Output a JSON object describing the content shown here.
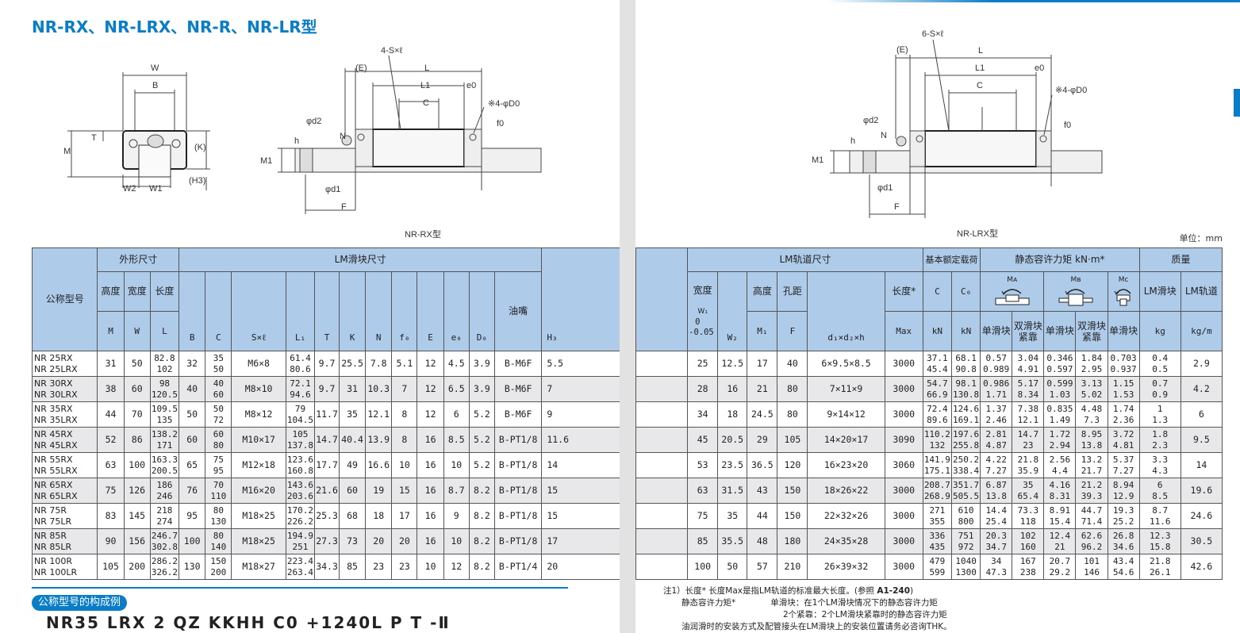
{
  "title": "NR-RX、NR-LRX、NR-R、NR-LR型",
  "drawings": {
    "front_labels": [
      "W",
      "B",
      "T",
      "M",
      "(K)",
      "(H3)",
      "W2",
      "W1"
    ],
    "side_rx": {
      "caption": "NR-RX型",
      "labels": [
        "4-S×ℓ",
        "(E)",
        "L",
        "L1",
        "e0",
        "C",
        "※4-φD0",
        "φd2",
        "N",
        "f0",
        "h",
        "M1",
        "φd1",
        "F"
      ]
    },
    "side_lrx": {
      "caption": "NR-LRX型",
      "labels": [
        "6-S×ℓ",
        "(E)",
        "L",
        "L1",
        "e0",
        "C",
        "※4-φD0",
        "φd2",
        "N",
        "f0",
        "h",
        "M1",
        "φd1",
        "F"
      ]
    }
  },
  "unit": "单位：mm",
  "left_table": {
    "headers": {
      "model": "公称型号",
      "outer": "外形尺寸",
      "block": "LM滑块尺寸",
      "height": "高度",
      "width": "宽度",
      "length": "长度",
      "grease": "油嘴",
      "sym": [
        "M",
        "W",
        "L",
        "B",
        "C",
        "S×ℓ",
        "L₁",
        "T",
        "K",
        "N",
        "f₀",
        "E",
        "e₀",
        "D₀",
        "H₃"
      ]
    },
    "rows": [
      {
        "model": [
          "NR 25RX",
          "NR 25LRX"
        ],
        "M": "31",
        "W": "50",
        "L": [
          "82.8",
          "102"
        ],
        "B": "32",
        "C": [
          "35",
          "50"
        ],
        "S": "M6×8",
        "L1": [
          "61.4",
          "80.6"
        ],
        "T": "9.7",
        "K": "25.5",
        "N": "7.8",
        "f0": "5.1",
        "E": "12",
        "e0": "4.5",
        "D0": "3.9",
        "grease": "B-M6F",
        "H3": "5.5"
      },
      {
        "model": [
          "NR 30RX",
          "NR 30LRX"
        ],
        "M": "38",
        "W": "60",
        "L": [
          "98",
          "120.5"
        ],
        "B": "40",
        "C": [
          "40",
          "60"
        ],
        "S": "M8×10",
        "L1": [
          "72.1",
          "94.6"
        ],
        "T": "9.7",
        "K": "31",
        "N": "10.3",
        "f0": "7",
        "E": "12",
        "e0": "6.5",
        "D0": "3.9",
        "grease": "B-M6F",
        "H3": "7"
      },
      {
        "model": [
          "NR 35RX",
          "NR 35LRX"
        ],
        "M": "44",
        "W": "70",
        "L": [
          "109.5",
          "135"
        ],
        "B": "50",
        "C": [
          "50",
          "72"
        ],
        "S": "M8×12",
        "L1": [
          "79",
          "104.5"
        ],
        "T": "11.7",
        "K": "35",
        "N": "12.1",
        "f0": "8",
        "E": "12",
        "e0": "6",
        "D0": "5.2",
        "grease": "B-M6F",
        "H3": "9"
      },
      {
        "model": [
          "NR 45RX",
          "NR 45LRX"
        ],
        "M": "52",
        "W": "86",
        "L": [
          "138.2",
          "171"
        ],
        "B": "60",
        "C": [
          "60",
          "80"
        ],
        "S": "M10×17",
        "L1": [
          "105",
          "137.8"
        ],
        "T": "14.7",
        "K": "40.4",
        "N": "13.9",
        "f0": "8",
        "E": "16",
        "e0": "8.5",
        "D0": "5.2",
        "grease": "B-PT1/8",
        "H3": "11.6"
      },
      {
        "model": [
          "NR 55RX",
          "NR 55LRX"
        ],
        "M": "63",
        "W": "100",
        "L": [
          "163.3",
          "200.5"
        ],
        "B": "65",
        "C": [
          "75",
          "95"
        ],
        "S": "M12×18",
        "L1": [
          "123.6",
          "160.8"
        ],
        "T": "17.7",
        "K": "49",
        "N": "16.6",
        "f0": "10",
        "E": "16",
        "e0": "10",
        "D0": "5.2",
        "grease": "B-PT1/8",
        "H3": "14"
      },
      {
        "model": [
          "NR 65RX",
          "NR 65LRX"
        ],
        "M": "75",
        "W": "126",
        "L": [
          "186",
          "246"
        ],
        "B": "76",
        "C": [
          "70",
          "110"
        ],
        "S": "M16×20",
        "L1": [
          "143.6",
          "203.6"
        ],
        "T": "21.6",
        "K": "60",
        "N": "19",
        "f0": "15",
        "E": "16",
        "e0": "8.7",
        "D0": "8.2",
        "grease": "B-PT1/8",
        "H3": "15"
      },
      {
        "model": [
          "NR 75R",
          "NR 75LR"
        ],
        "M": "83",
        "W": "145",
        "L": [
          "218",
          "274"
        ],
        "B": "95",
        "C": [
          "80",
          "130"
        ],
        "S": "M18×25",
        "L1": [
          "170.2",
          "226.2"
        ],
        "T": "25.3",
        "K": "68",
        "N": "18",
        "f0": "17",
        "E": "16",
        "e0": "9",
        "D0": "8.2",
        "grease": "B-PT1/8",
        "H3": "15"
      },
      {
        "model": [
          "NR 85R",
          "NR 85LR"
        ],
        "M": "90",
        "W": "156",
        "L": [
          "246.7",
          "302.8"
        ],
        "B": "100",
        "C": [
          "80",
          "140"
        ],
        "S": "M18×25",
        "L1": [
          "194.9",
          "251"
        ],
        "T": "27.3",
        "K": "73",
        "N": "20",
        "f0": "20",
        "E": "16",
        "e0": "10",
        "D0": "8.2",
        "grease": "B-PT1/8",
        "H3": "17"
      },
      {
        "model": [
          "NR 100R",
          "NR 100LR"
        ],
        "M": "105",
        "W": "200",
        "L": [
          "286.2",
          "326.2"
        ],
        "B": "130",
        "C": [
          "150",
          "200"
        ],
        "S": "M18×27",
        "L1": [
          "223.4",
          "263.4"
        ],
        "T": "34.3",
        "K": "85",
        "N": "23",
        "f0": "23",
        "E": "10",
        "e0": "12",
        "D0": "8.2",
        "grease": "B-PT1/4",
        "H3": "20"
      }
    ]
  },
  "right_table": {
    "headers": {
      "rail": "LM轨道尺寸",
      "load": "基本额定载荷",
      "moment": "静态容许力矩 kN·m*",
      "mass": "质量",
      "width": "宽度",
      "w1_sym": "W₁",
      "w1_tol_top": "0",
      "w1_tol_bot": "-0.05",
      "height": "高度",
      "pitch": "孔距",
      "length": "长度*",
      "sym": [
        "W₂",
        "M₁",
        "F",
        "d₁×d₂×h",
        "Max",
        "C",
        "C₀",
        "kN",
        "kN"
      ],
      "ma": "Mᴀ",
      "mb": "Mʙ",
      "mc": "Mᴄ",
      "single": "单滑块",
      "double": [
        "双滑块",
        "紧靠"
      ],
      "block_mass": "LM滑块",
      "rail_mass": "LM轨道",
      "kg": "kg",
      "kgm": "kg/m"
    },
    "rows": [
      {
        "W1": "25",
        "W2": "12.5",
        "M1": "17",
        "F": "40",
        "dims": "6×9.5×8.5",
        "max": "3000",
        "C": [
          "37.1",
          "45.4"
        ],
        "C0": [
          "68.1",
          "90.8"
        ],
        "MA1": [
          "0.57",
          "0.989"
        ],
        "MA2": [
          "3.04",
          "4.91"
        ],
        "MB1": [
          "0.346",
          "0.597"
        ],
        "MB2": [
          "1.84",
          "2.95"
        ],
        "MC1": [
          "0.703",
          "0.937"
        ],
        "block_kg": [
          "0.4",
          "0.5"
        ],
        "rail_kgm": "2.9"
      },
      {
        "W1": "28",
        "W2": "16",
        "M1": "21",
        "F": "80",
        "dims": "7×11×9",
        "max": "3000",
        "C": [
          "54.7",
          "66.9"
        ],
        "C0": [
          "98.1",
          "130.8"
        ],
        "MA1": [
          "0.986",
          "1.71"
        ],
        "MA2": [
          "5.17",
          "8.34"
        ],
        "MB1": [
          "0.599",
          "1.03"
        ],
        "MB2": [
          "3.13",
          "5.02"
        ],
        "MC1": [
          "1.15",
          "1.53"
        ],
        "block_kg": [
          "0.7",
          "0.9"
        ],
        "rail_kgm": "4.2"
      },
      {
        "W1": "34",
        "W2": "18",
        "M1": "24.5",
        "F": "80",
        "dims": "9×14×12",
        "max": "3000",
        "C": [
          "72.4",
          "89.6"
        ],
        "C0": [
          "124.6",
          "169.1"
        ],
        "MA1": [
          "1.37",
          "2.46"
        ],
        "MA2": [
          "7.38",
          "12.1"
        ],
        "MB1": [
          "0.835",
          "1.49"
        ],
        "MB2": [
          "4.48",
          "7.3"
        ],
        "MC1": [
          "1.74",
          "2.36"
        ],
        "block_kg": [
          "1",
          "1.3"
        ],
        "rail_kgm": "6"
      },
      {
        "W1": "45",
        "W2": "20.5",
        "M1": "29",
        "F": "105",
        "dims": "14×20×17",
        "max": "3090",
        "C": [
          "110.2",
          "132"
        ],
        "C0": [
          "197.6",
          "255.8"
        ],
        "MA1": [
          "2.81",
          "4.87"
        ],
        "MA2": [
          "14.7",
          "23"
        ],
        "MB1": [
          "1.72",
          "2.94"
        ],
        "MB2": [
          "8.95",
          "13.8"
        ],
        "MC1": [
          "3.72",
          "4.81"
        ],
        "block_kg": [
          "1.8",
          "2.3"
        ],
        "rail_kgm": "9.5"
      },
      {
        "W1": "53",
        "W2": "23.5",
        "M1": "36.5",
        "F": "120",
        "dims": "16×23×20",
        "max": "3060",
        "C": [
          "141.9",
          "175.1"
        ],
        "C0": [
          "250.2",
          "338.4"
        ],
        "MA1": [
          "4.22",
          "7.27"
        ],
        "MA2": [
          "21.8",
          "35.9"
        ],
        "MB1": [
          "2.56",
          "4.4"
        ],
        "MB2": [
          "13.2",
          "21.7"
        ],
        "MC1": [
          "5.37",
          "7.27"
        ],
        "block_kg": [
          "3.3",
          "4.3"
        ],
        "rail_kgm": "14"
      },
      {
        "W1": "63",
        "W2": "31.5",
        "M1": "43",
        "F": "150",
        "dims": "18×26×22",
        "max": "3000",
        "C": [
          "208.7",
          "268.9"
        ],
        "C0": [
          "351.7",
          "505.5"
        ],
        "MA1": [
          "6.87",
          "13.8"
        ],
        "MA2": [
          "35",
          "65.4"
        ],
        "MB1": [
          "4.16",
          "8.31"
        ],
        "MB2": [
          "21.2",
          "39.3"
        ],
        "MC1": [
          "8.94",
          "12.9"
        ],
        "block_kg": [
          "6",
          "8.5"
        ],
        "rail_kgm": "19.6"
      },
      {
        "W1": "75",
        "W2": "35",
        "M1": "44",
        "F": "150",
        "dims": "22×32×26",
        "max": "3000",
        "C": [
          "271",
          "355"
        ],
        "C0": [
          "610",
          "800"
        ],
        "MA1": [
          "14.4",
          "25.4"
        ],
        "MA2": [
          "73.3",
          "118"
        ],
        "MB1": [
          "8.91",
          "15.4"
        ],
        "MB2": [
          "44.7",
          "71.4"
        ],
        "MC1": [
          "19.3",
          "25.2"
        ],
        "block_kg": [
          "8.7",
          "11.6"
        ],
        "rail_kgm": "24.6"
      },
      {
        "W1": "85",
        "W2": "35.5",
        "M1": "48",
        "F": "180",
        "dims": "24×35×28",
        "max": "3000",
        "C": [
          "336",
          "435"
        ],
        "C0": [
          "751",
          "972"
        ],
        "MA1": [
          "20.3",
          "34.7"
        ],
        "MA2": [
          "102",
          "160"
        ],
        "MB1": [
          "12.4",
          "21"
        ],
        "MB2": [
          "62.6",
          "96.2"
        ],
        "MC1": [
          "26.8",
          "34.6"
        ],
        "block_kg": [
          "12.3",
          "15.8"
        ],
        "rail_kgm": "30.5"
      },
      {
        "W1": "100",
        "W2": "50",
        "M1": "57",
        "F": "210",
        "dims": "26×39×32",
        "max": "3000",
        "C": [
          "479",
          "599"
        ],
        "C0": [
          "1040",
          "1300"
        ],
        "MA1": [
          "34",
          "47.3"
        ],
        "MA2": [
          "167",
          "238"
        ],
        "MB1": [
          "20.7",
          "29.2"
        ],
        "MB2": [
          "101",
          "146"
        ],
        "MC1": [
          "43.4",
          "54.6"
        ],
        "block_kg": [
          "21.8",
          "26.1"
        ],
        "rail_kgm": "42.6"
      }
    ]
  },
  "example": {
    "badge": "公称型号的构成例",
    "code": "NR35 LRX 2 QZ KKHH C0 +1240L P T -Ⅱ"
  },
  "notes": {
    "line1_prefix": "注1）长度*  长度Max是指LM轨道的标准最大长度。(参照 ",
    "line1_ref": "A1-240",
    "line1_suffix": ")",
    "line2_label": "静态容许力矩*",
    "line2_text": "单滑块：在1个LM滑块情况下的静态容许力矩",
    "line3_text": "2个紧靠：2个LM滑块紧靠时的静态容许力矩",
    "line4_text": "油润滑时的安装方式及配管接头在LM滑块上的安装位置请务必咨询THK。"
  }
}
